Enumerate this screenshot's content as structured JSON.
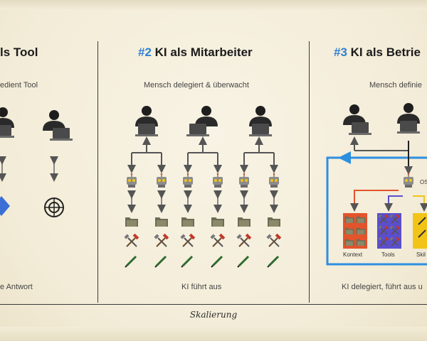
{
  "columns": [
    {
      "title_num": "",
      "title_text": "ls Tool",
      "subtitle": "edient Tool",
      "footer": "e Antwort"
    },
    {
      "title_num": "#2",
      "title_text": " KI als Mitarbeiter",
      "subtitle": "Mensch delegiert & überwacht",
      "footer": "KI führt aus"
    },
    {
      "title_num": "#3",
      "title_text": " KI als Betrie",
      "subtitle": "Mensch definie",
      "footer": "KI delegiert, führt aus u"
    }
  ],
  "col3_labels": {
    "os": "OS",
    "kontext": "Kontext",
    "tools": "Tools",
    "skills": "Skil"
  },
  "bottom_label": "Skalierung",
  "colors": {
    "accent": "#2f7fd3",
    "kontext": "#e3542c",
    "tools": "#5a4fcf",
    "skills": "#f2c418",
    "frame": "#2d8fe0"
  }
}
